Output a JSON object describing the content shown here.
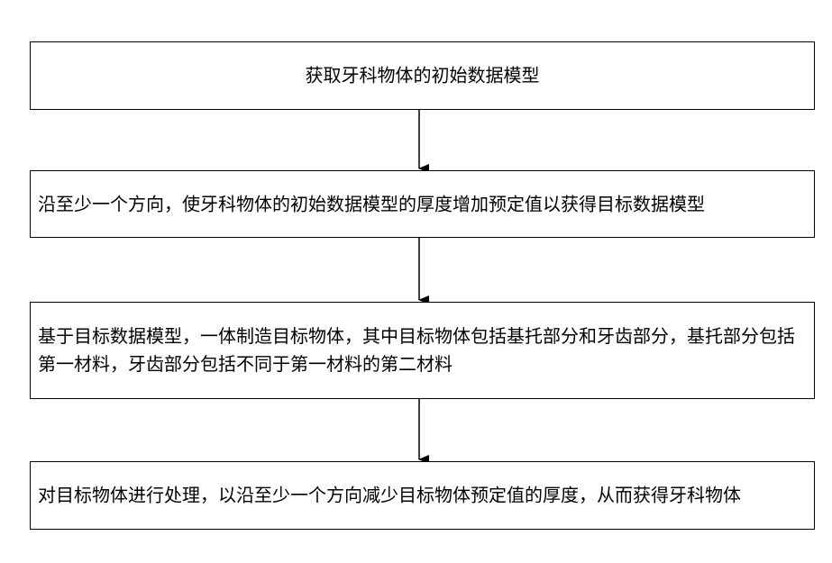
{
  "flowchart": {
    "steps": [
      {
        "text": "获取牙科物体的初始数据模型"
      },
      {
        "text": "沿至少一个方向，使牙科物体的初始数据模型的厚度增加预定值以获得目标数据模型"
      },
      {
        "text": "基于目标数据模型，一体制造目标物体，其中目标物体包括基托部分和牙齿部分，基托部分包括第一材料，牙齿部分包括不同于第一材料的第二材料"
      },
      {
        "text": "对目标物体进行处理，以沿至少一个方向减少目标物体预定值的厚度，从而获得牙科物体"
      }
    ]
  }
}
